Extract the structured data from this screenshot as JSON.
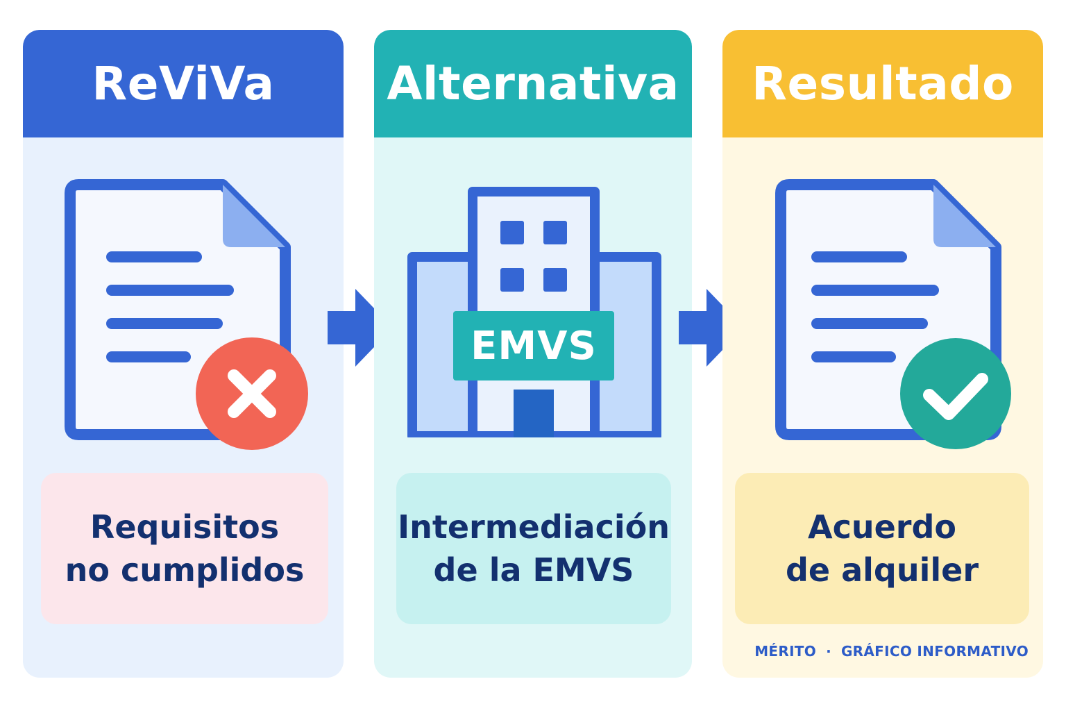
{
  "steps": [
    {
      "title": "ReViVa",
      "label_line1": "Requisitos",
      "label_line2": "no cumplidos",
      "icon": "document-rejected-icon"
    },
    {
      "title": "Alternativa",
      "label_line1": "Intermediación",
      "label_line2": "de la EMVS",
      "icon": "building-icon",
      "sign": "EMVS"
    },
    {
      "title": "Resultado",
      "label_line1": "Acuerdo",
      "label_line2": "de alquiler",
      "icon": "document-approved-icon"
    }
  ],
  "footer": {
    "brand": "MÉRITO",
    "separator": "·",
    "tagline": "GRÁFICO INFORMATIVO"
  },
  "colors": {
    "blue": "#3566d4",
    "teal": "#22b2b4",
    "yellow": "#f8bf33",
    "red": "#f26555",
    "green": "#23a99a",
    "navy": "#13306f"
  }
}
